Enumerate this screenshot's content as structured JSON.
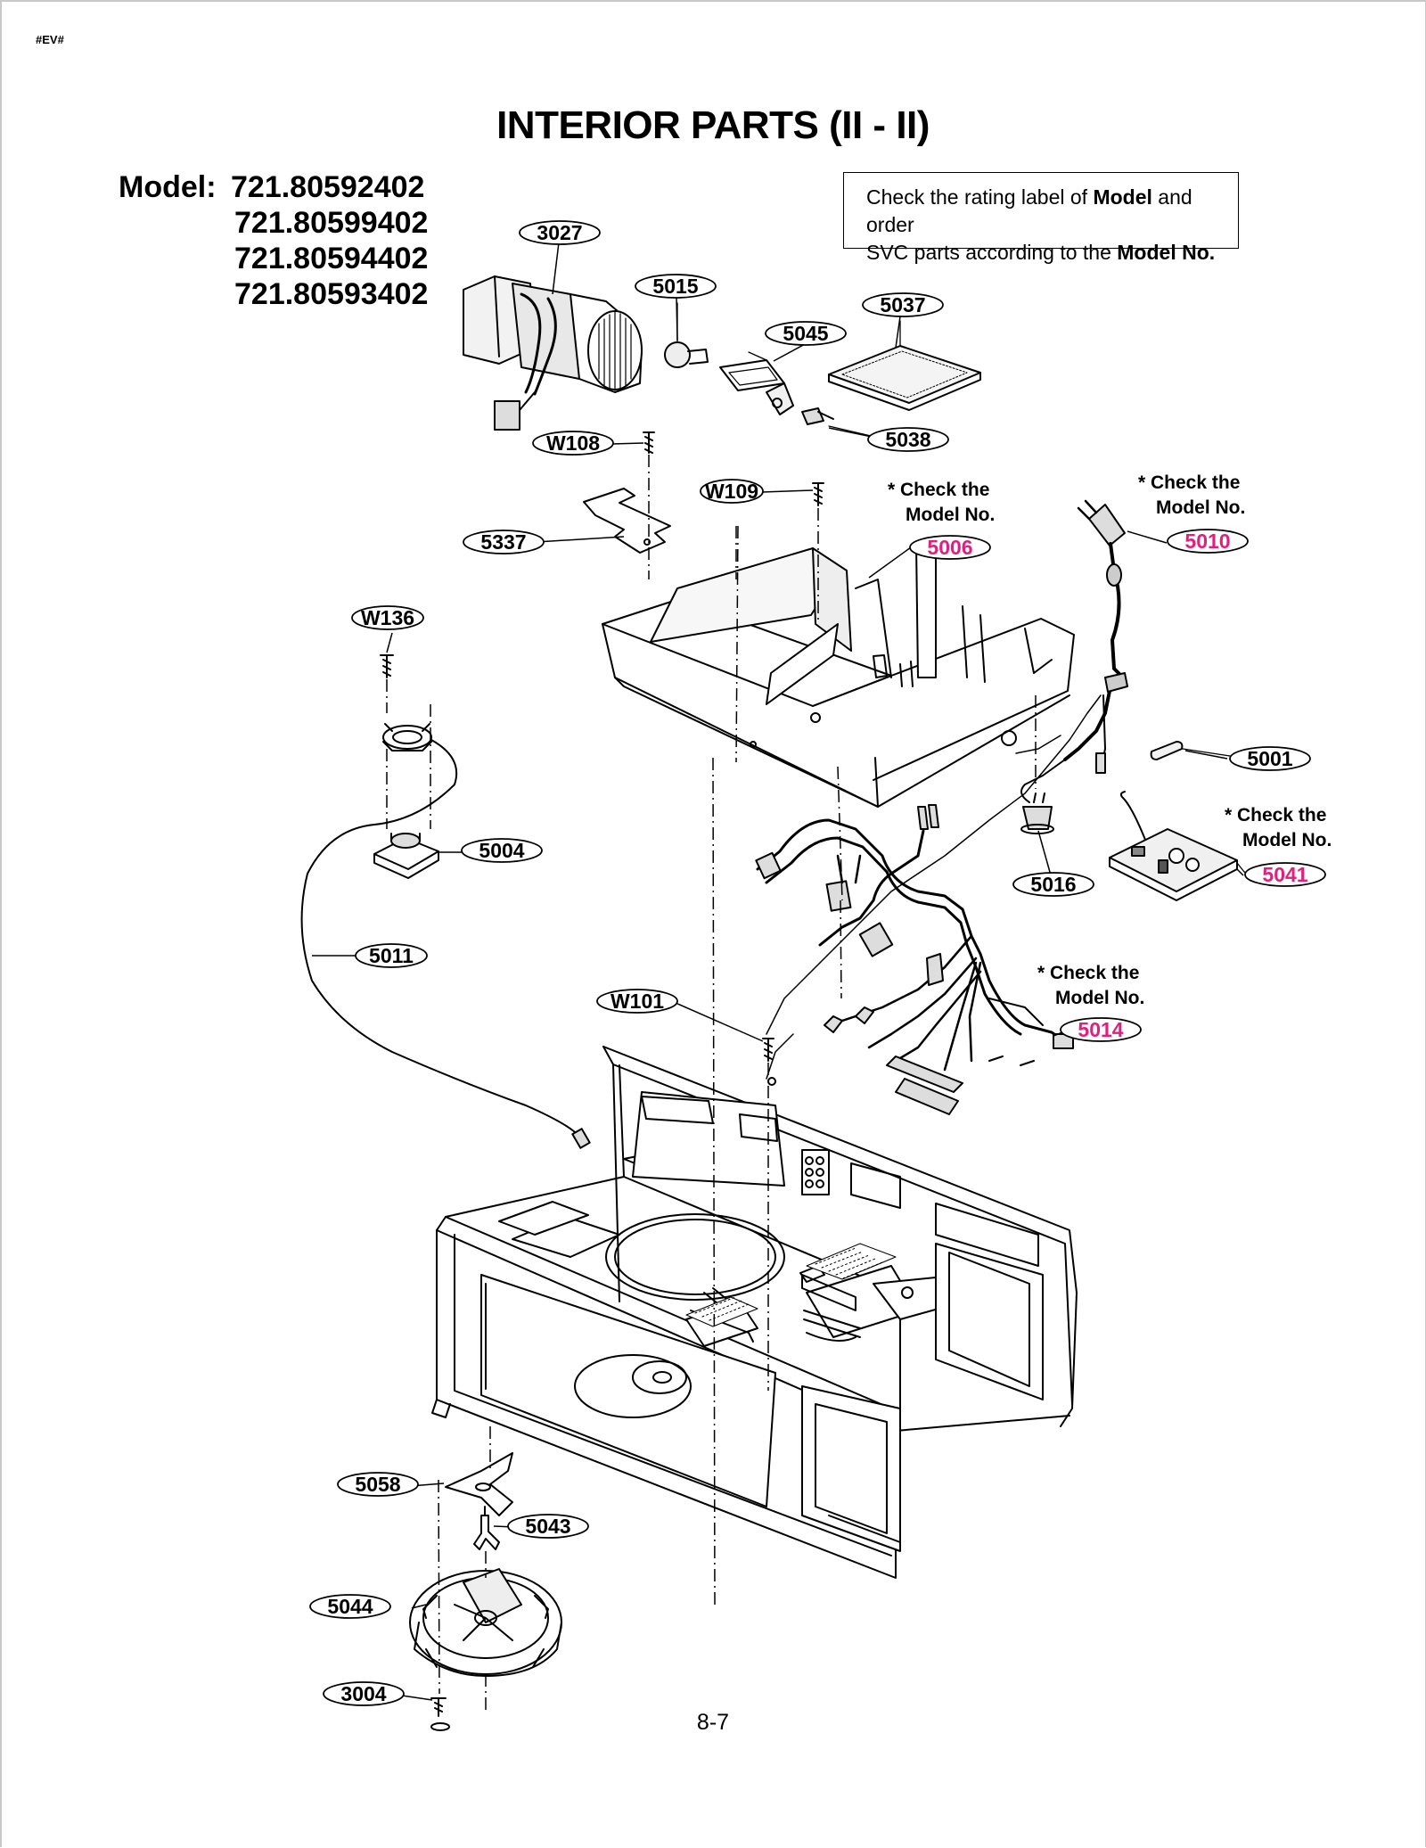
{
  "header": {
    "corner_tag": "#EV#",
    "title": "INTERIOR PARTS (II - II)"
  },
  "models": {
    "label": "Model:",
    "numbers": [
      "721.80592402",
      "721.80599402",
      "721.80594402",
      "721.80593402"
    ]
  },
  "note": {
    "line1_a": "Check the rating label of ",
    "line1_b": "Model",
    "line1_c": " and order",
    "line2_a": "SVC parts according to the ",
    "line2_b": "Model No."
  },
  "check_note": {
    "line1": "* Check the",
    "line2": "Model No."
  },
  "callouts": {
    "p3027": "3027",
    "p5015": "5015",
    "p5045": "5045",
    "p5037": "5037",
    "p5038": "5038",
    "pW108": "W108",
    "pW109": "W109",
    "p5337": "5337",
    "p5006": "5006",
    "p5010": "5010",
    "pW136": "W136",
    "p5004": "5004",
    "p5001": "5001",
    "p5041": "5041",
    "p5016": "5016",
    "p5011": "5011",
    "pW101": "W101",
    "p5014": "5014",
    "p5058": "5058",
    "p5043": "5043",
    "p5044": "5044",
    "p3004": "3004"
  },
  "colors": {
    "model_specific": "#e0207f",
    "line": "#000000"
  },
  "footer": {
    "page_number": "8-7"
  }
}
